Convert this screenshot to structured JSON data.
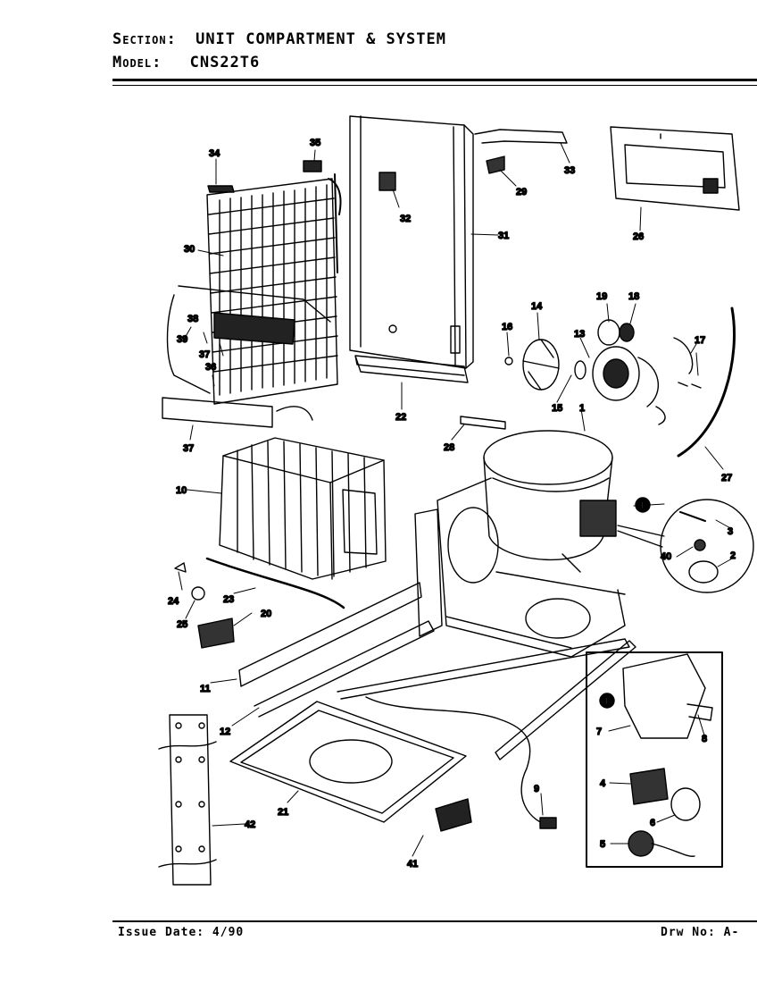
{
  "header": {
    "section_label": "Section:",
    "section_value": "UNIT COMPARTMENT & SYSTEM",
    "model_label": "Model:",
    "model_value": "CNS22T6"
  },
  "footer": {
    "issue": "Issue Date: 4/90",
    "drw": "Drw No: A-"
  },
  "callouts": {
    "c1": "1",
    "c2": "2",
    "c3": "3",
    "c4": "4",
    "c5": "5",
    "c6": "6",
    "c7": "7",
    "c8": "8",
    "c9": "9",
    "c10": "10",
    "c11": "11",
    "c12": "12",
    "c13": "13",
    "c14": "14",
    "c15": "15",
    "c16": "16",
    "c17": "17",
    "c18": "18",
    "c19": "19",
    "c20": "20",
    "c21": "21",
    "c22": "22",
    "c23": "23",
    "c24": "24",
    "c25": "25",
    "c26": "26",
    "c27": "27",
    "c28": "28",
    "c29": "29",
    "c30": "30",
    "c31": "31",
    "c32": "32",
    "c33": "33",
    "c34": "34",
    "c35": "35",
    "c36": "36",
    "c37": "37",
    "c38": "38",
    "c39": "39",
    "c40": "40",
    "c41": "41",
    "c42": "42",
    "inset_marker": "1",
    "inset_label_1": "1"
  }
}
